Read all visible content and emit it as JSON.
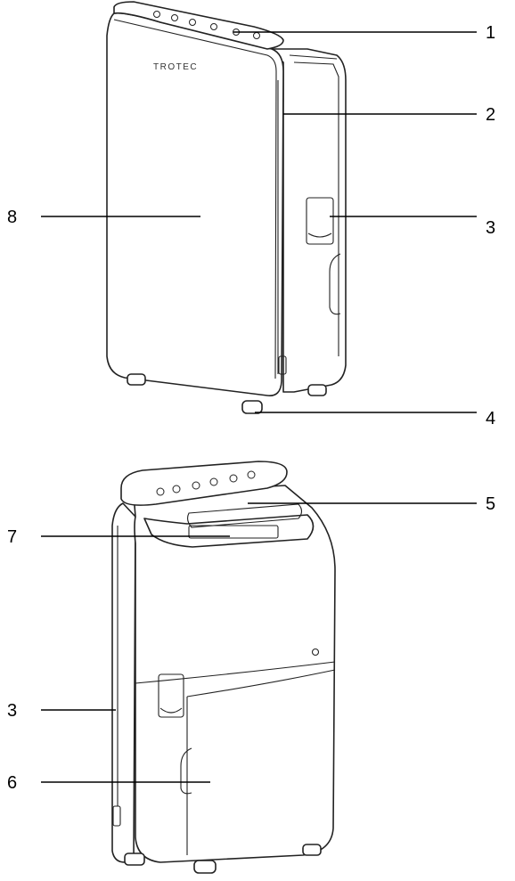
{
  "brand": "TROTEC",
  "callouts": [
    {
      "id": "c1",
      "number": "1"
    },
    {
      "id": "c2",
      "number": "2"
    },
    {
      "id": "c3a",
      "number": "3"
    },
    {
      "id": "c8",
      "number": "8"
    },
    {
      "id": "c4",
      "number": "4"
    },
    {
      "id": "c5",
      "number": "5"
    },
    {
      "id": "c7",
      "number": "7"
    },
    {
      "id": "c3b",
      "number": "3"
    },
    {
      "id": "c6",
      "number": "6"
    }
  ]
}
